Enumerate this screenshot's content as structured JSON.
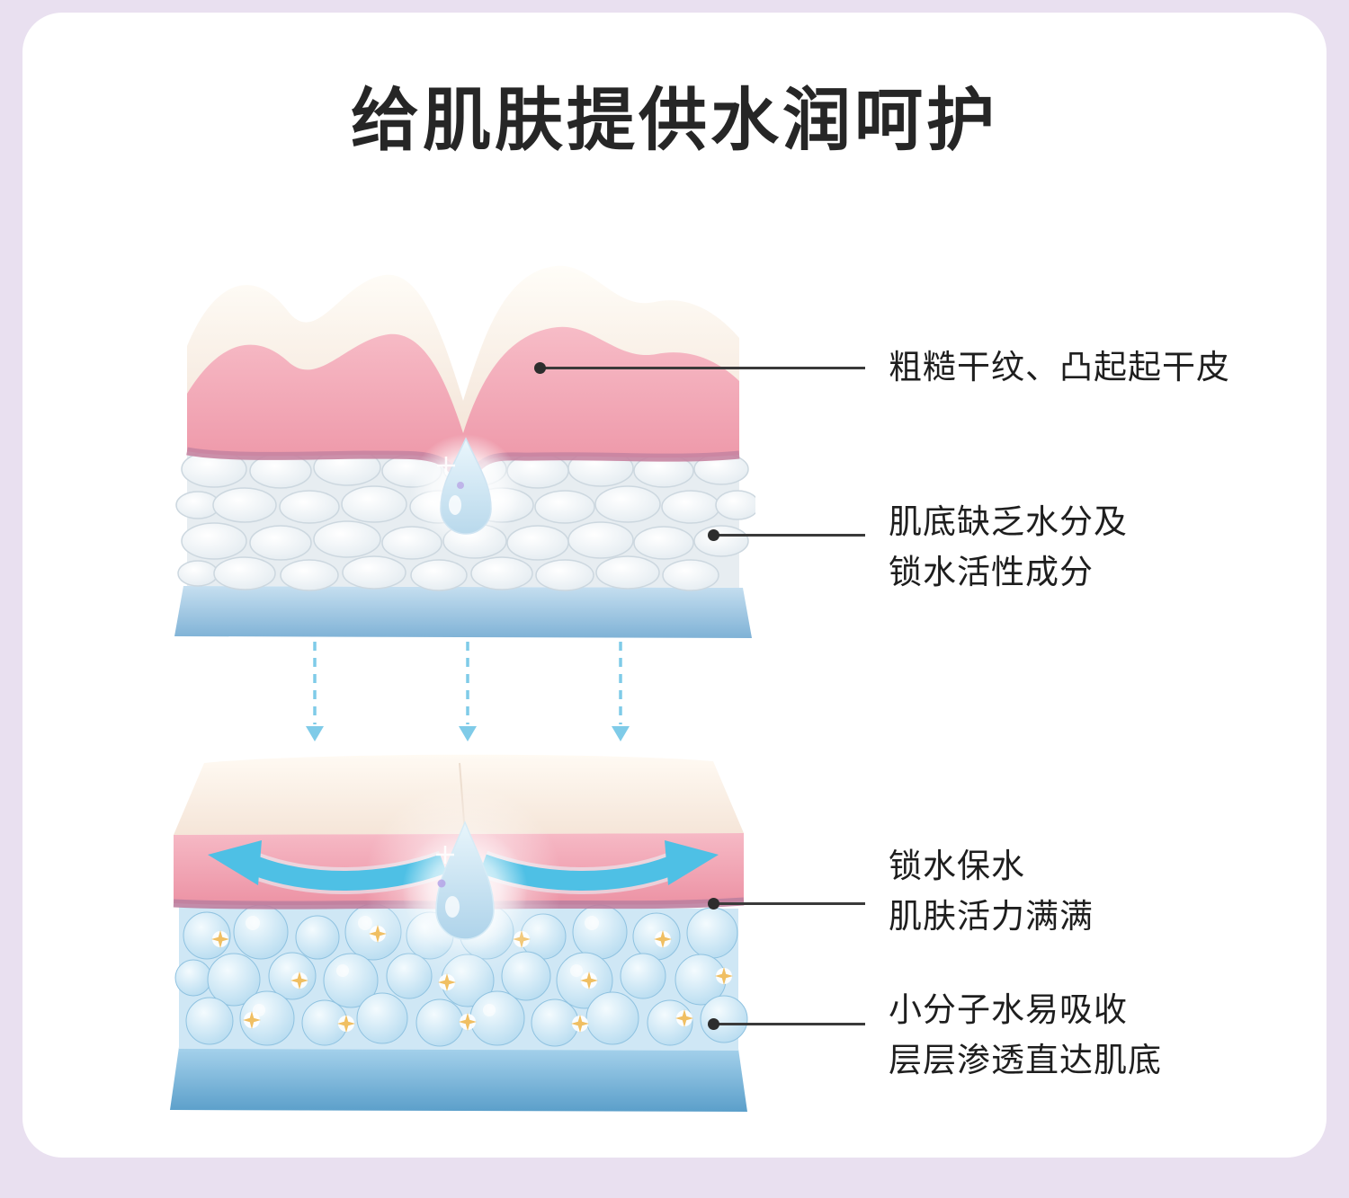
{
  "page": {
    "title": "给肌肤提供水润呵护"
  },
  "callouts": [
    {
      "lines": [
        "粗糙干纹、凸起起干皮"
      ]
    },
    {
      "lines": [
        "肌底缺乏水分及",
        "锁水活性成分"
      ]
    },
    {
      "lines": [
        "锁水保水",
        "肌肤活力满满"
      ]
    },
    {
      "lines": [
        "小分子水易吸收",
        "层层渗透直达肌底"
      ]
    }
  ],
  "colors": {
    "frame": "#e9e0f0",
    "card": "#ffffff",
    "title_text": "#262626",
    "callout_text": "#1e1e1e",
    "leader_line": "#3a3a3a",
    "epidermis_pink": "#ec92a4",
    "dermis_mauve": "#c684a1",
    "surface_cream": "#f5e5d8",
    "base_blue": "#7fb2d6",
    "bubble_blue": "#aed7ee",
    "arrow_blue": "#4ec0e5",
    "dashed_arrow_blue": "#7fcbe8",
    "sparkle_gold": "#f0bf62"
  }
}
